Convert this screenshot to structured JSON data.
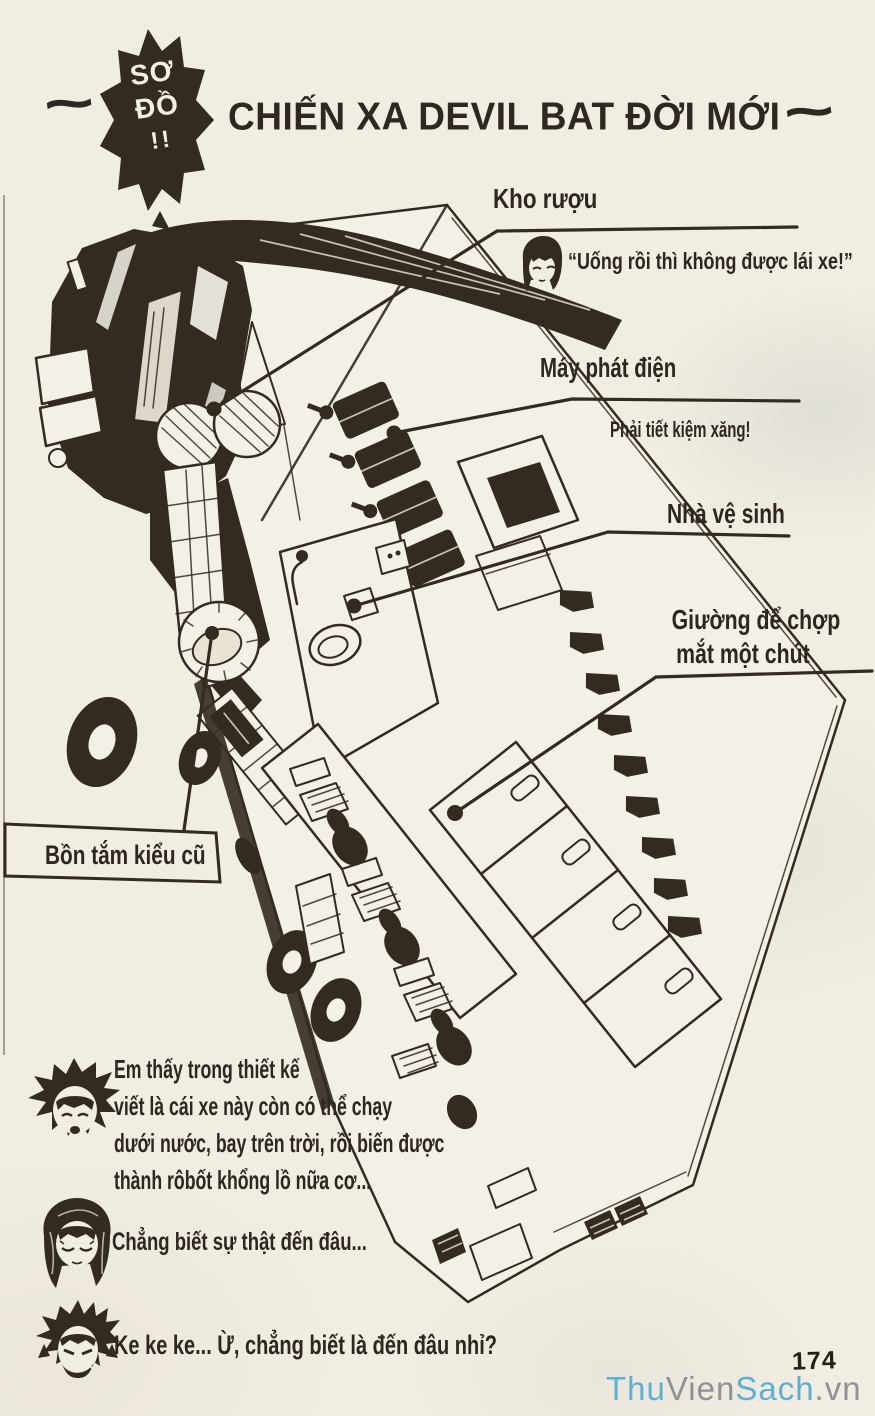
{
  "badge": {
    "top": "SƠ",
    "bottom": "ĐỒ",
    "bang": "!!"
  },
  "title": {
    "squiggle_left": "~",
    "text": "CHIẾN XA DEVIL BAT ĐỜI MỚI",
    "squiggle_right": "~"
  },
  "callouts": {
    "wine": {
      "label": "Kho rượu",
      "quote": "“Uống rồi thì không được lái xe!”"
    },
    "generator": {
      "label": "Máy phát điện",
      "note": "Phải tiết kiệm xăng!"
    },
    "toilet": {
      "label": "Nhà vệ sinh"
    },
    "bed": {
      "line1": "Giường để chợp",
      "line2": "mắt một chút"
    },
    "bathtub": {
      "label": "Bồn tắm kiểu cũ"
    }
  },
  "dialogues": {
    "sena": {
      "line1": "Em thấy trong thiết kế",
      "line2": "viết là cái xe này còn có thể chạy",
      "line3": "dưới nước, bay trên trời, rồi biến được",
      "line4": "thành rôbốt khổng lồ nữa cơ..."
    },
    "mamori": {
      "text": "Chẳng biết sự thật đến đâu..."
    },
    "hiruma": {
      "text": "Ke ke ke... Ừ, chẳng biết là đến đâu nhỉ?"
    }
  },
  "footer": {
    "page_number": "174",
    "watermark": {
      "thu": "Thu",
      "vien": "Vien",
      "sach": "Sach",
      "vn": ".vn"
    }
  },
  "colors": {
    "ink": "#332a21",
    "paper": "#f1ede3",
    "watermark_blue": "#5fafd1",
    "watermark_gray": "#8e9295"
  }
}
